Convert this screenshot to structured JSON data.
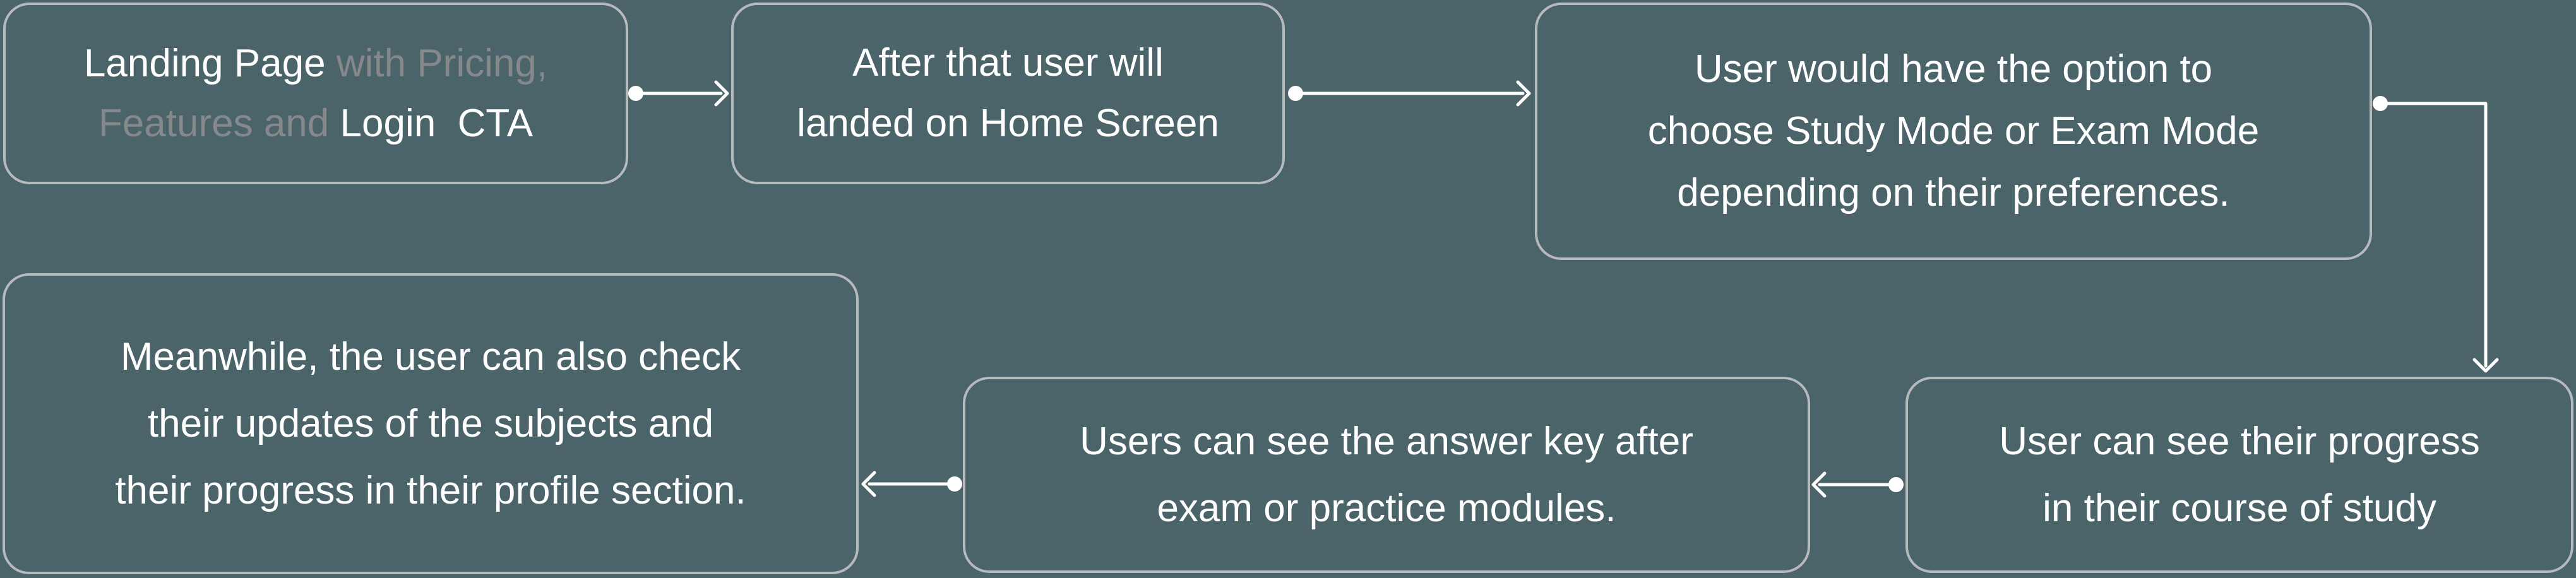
{
  "colors": {
    "background": "#4b646a",
    "box_border": "#b6babc",
    "text_primary": "#ffffff",
    "text_muted": "#85898c",
    "connector": "#ffffff"
  },
  "flowchart": {
    "nodes": [
      {
        "id": "landing-page",
        "line1_white": "Landing Page ",
        "line1_muted": "with Pricing,",
        "line2_muted": "Features and ",
        "line2_white": "Login  CTA"
      },
      {
        "id": "home-screen",
        "lines": [
          "After that user will",
          "landed on Home Screen"
        ]
      },
      {
        "id": "mode-choice",
        "lines": [
          "User would have the option to",
          "choose Study Mode or Exam Mode",
          "depending on their preferences."
        ]
      },
      {
        "id": "profile-updates",
        "lines": [
          "Meanwhile, the user can also check",
          "their updates of the subjects and",
          "their progress in their profile section."
        ]
      },
      {
        "id": "answer-key",
        "lines": [
          "Users can see the answer key after",
          "exam or practice modules."
        ]
      },
      {
        "id": "course-progress",
        "lines": [
          "User can see their progress",
          "in their course of study"
        ]
      }
    ],
    "edges": [
      {
        "from": "landing-page",
        "to": "home-screen"
      },
      {
        "from": "home-screen",
        "to": "mode-choice"
      },
      {
        "from": "mode-choice",
        "to": "course-progress"
      },
      {
        "from": "course-progress",
        "to": "answer-key"
      },
      {
        "from": "answer-key",
        "to": "profile-updates"
      }
    ]
  }
}
